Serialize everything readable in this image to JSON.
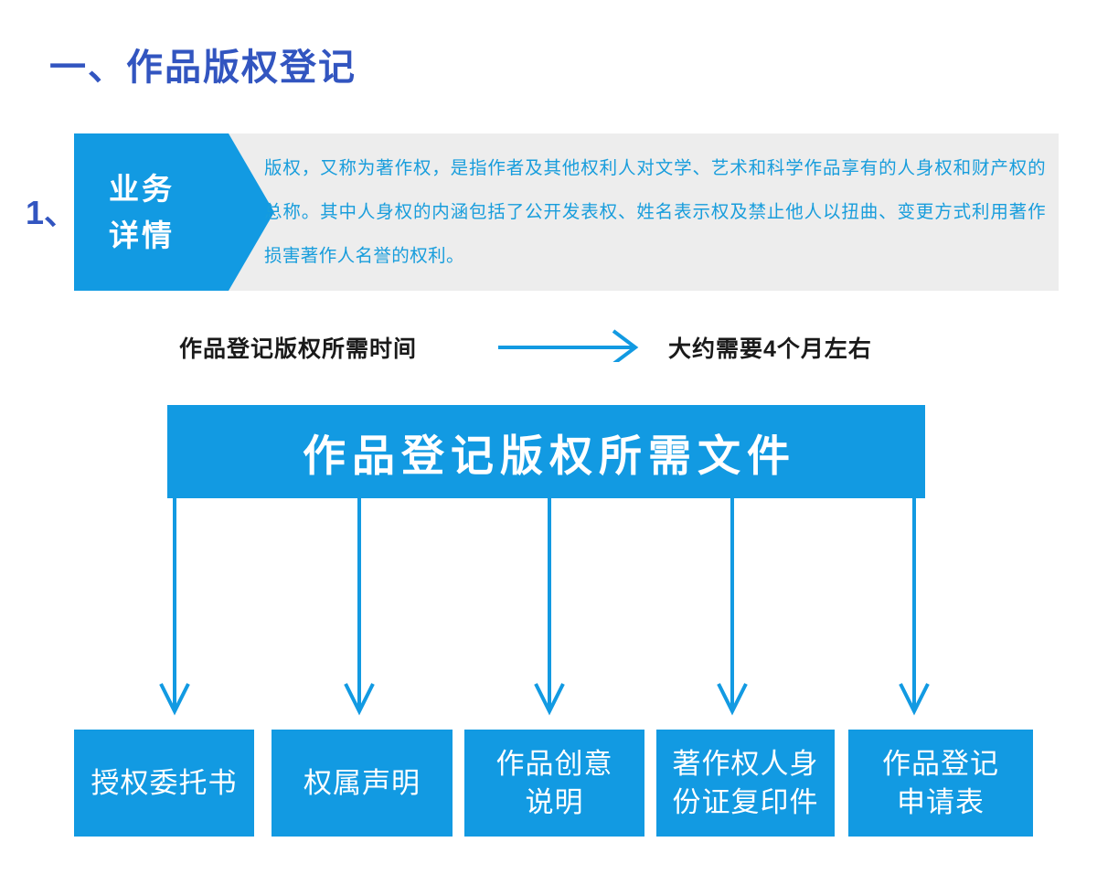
{
  "page": {
    "title": "一、作品版权登记",
    "title_color": "#3255C0",
    "accent_color": "#129AE2",
    "panel_bg_color": "#EDEDED",
    "body_text_color": "#189DDC"
  },
  "detail": {
    "index": "1、",
    "tag_line1": "业务",
    "tag_line2": "详情",
    "paragraph": "版权，又称为著作权，是指作者及其他权利人对文学、艺术和科学作品享有的人身权和财产权的总称。其中人身权的内涵包括了公开发表权、姓名表示权及禁止他人以扭曲、变更方式利用著作损害著作人名誉的权利。"
  },
  "time": {
    "label": "作品登记版权所需时间",
    "arrow_icon": "arrow-right-icon",
    "value": "大约需要4个月左右"
  },
  "documents": {
    "banner_title": "作品登记版权所需文件",
    "items": [
      {
        "label": "授权委托书"
      },
      {
        "label": "权属声明"
      },
      {
        "label": "作品创意\n说明"
      },
      {
        "label": "著作权人身\n份证复印件"
      },
      {
        "label": "作品登记\n申请表"
      }
    ]
  }
}
